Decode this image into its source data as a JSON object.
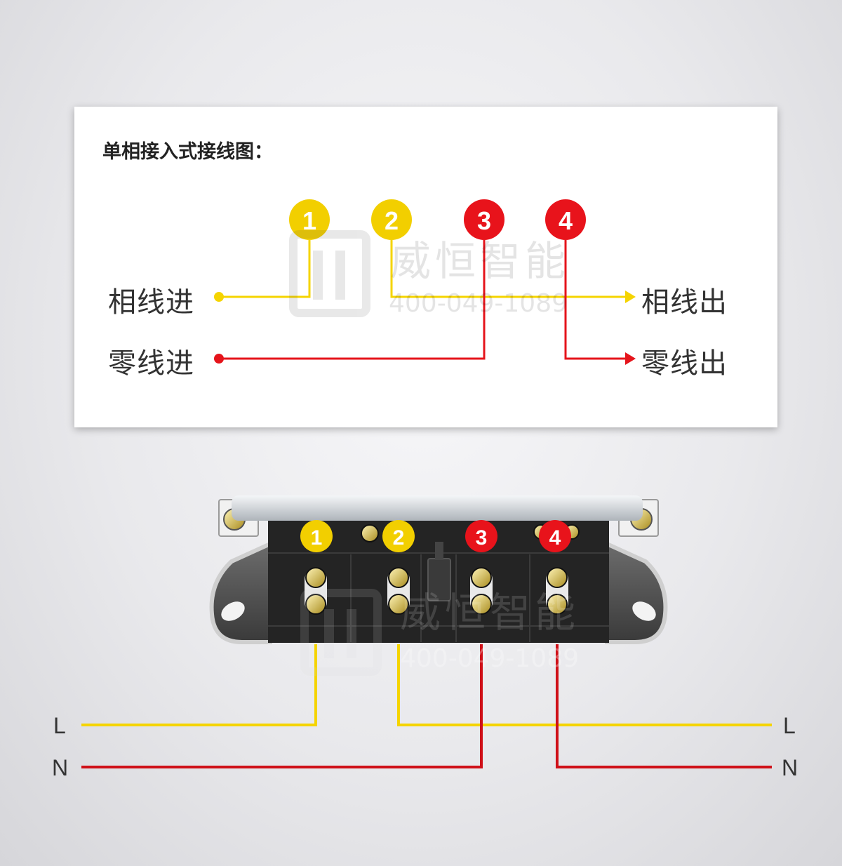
{
  "diagram": {
    "title": "单相接入式接线图：",
    "labels": {
      "phase_in": "相线进",
      "neutral_in": "零线进",
      "phase_out": "相线出",
      "neutral_out": "零线出"
    },
    "terminals": [
      {
        "number": "1",
        "color": "#f2cf00"
      },
      {
        "number": "2",
        "color": "#f2cf00"
      },
      {
        "number": "3",
        "color": "#e8131b"
      },
      {
        "number": "4",
        "color": "#e8131b"
      }
    ],
    "wire_colors": {
      "phase": "#f5d400",
      "neutral": "#e5141b"
    }
  },
  "meter": {
    "terminals": [
      "1",
      "2",
      "3",
      "4"
    ],
    "wires": {
      "left_L": "L",
      "left_N": "N",
      "right_L": "L",
      "right_N": "N"
    }
  },
  "watermark": {
    "brand": "威恒智能",
    "phone": "400-049-1089"
  }
}
